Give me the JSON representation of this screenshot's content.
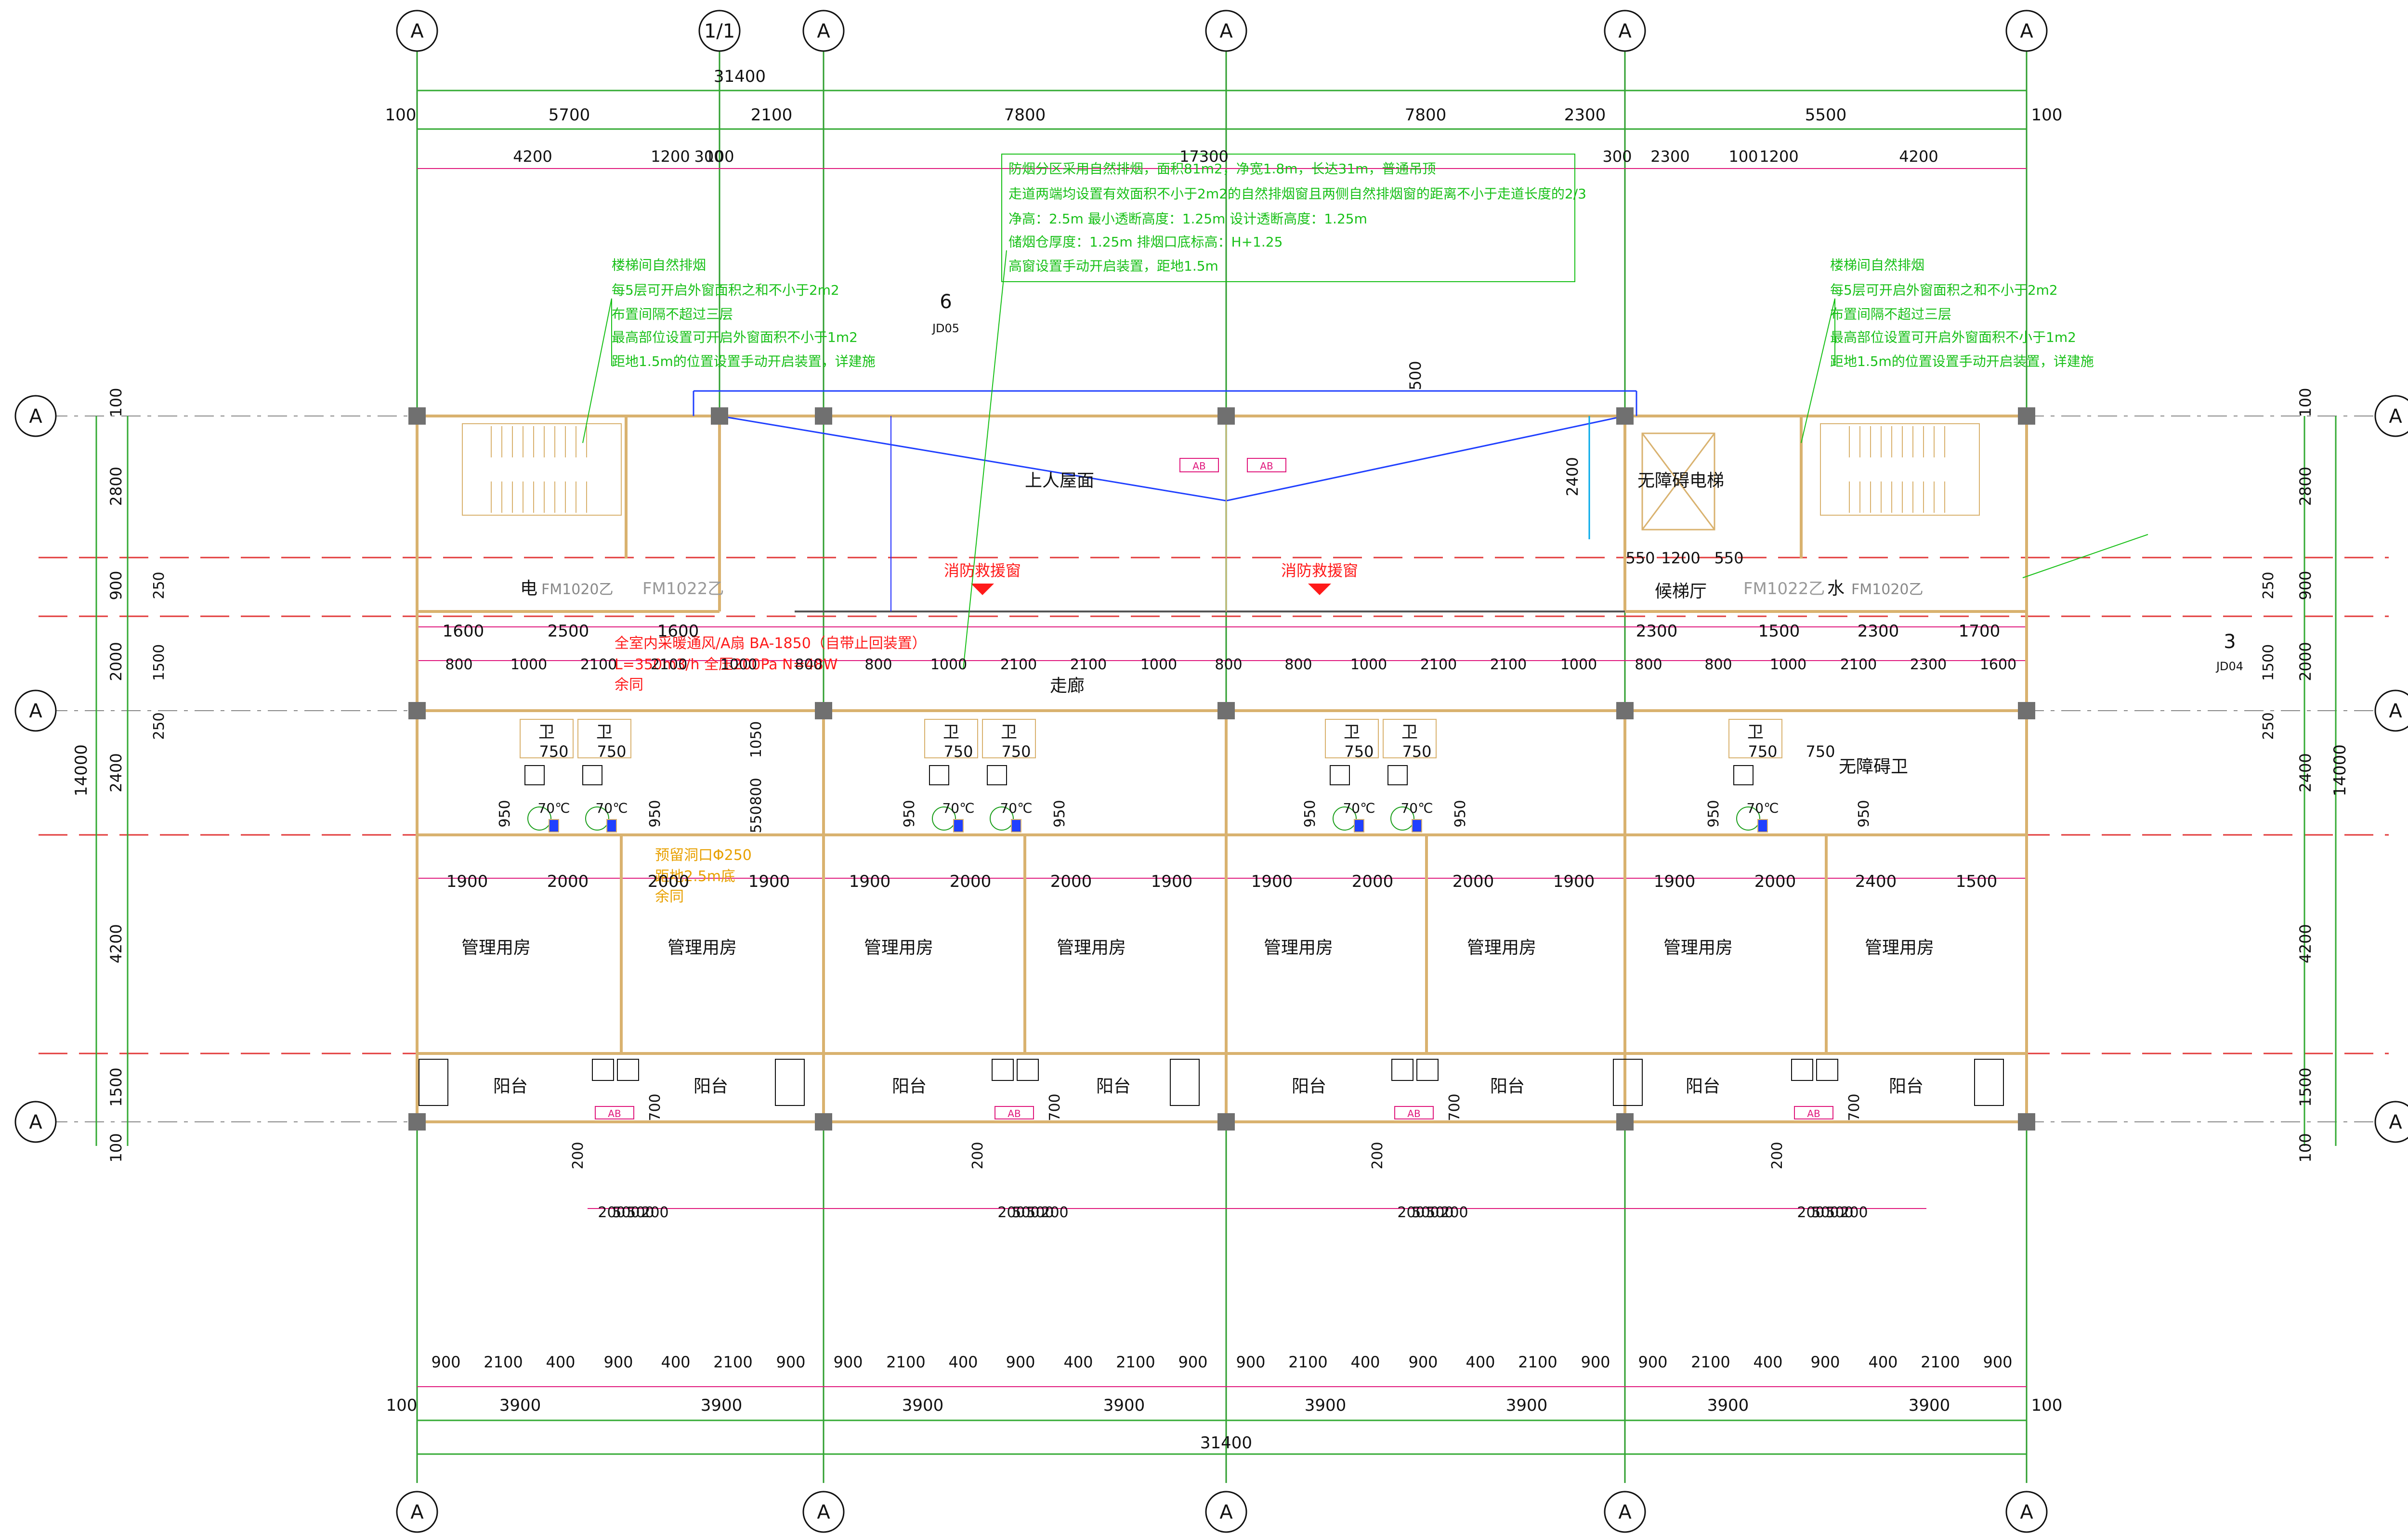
{
  "colors": {
    "background": "#ffffff",
    "axis_line": "#2e9e2e",
    "grid_dash": "#e23a3a",
    "dimension": "#33aa33",
    "dimension_tick": "#e0197d",
    "wall": "#d9b26f",
    "column": "#707070",
    "note_green": "#18c018",
    "note_red": "#ff1a1a",
    "note_orange": "#e8a000",
    "blue": "#2040ff",
    "cyan": "#00a8e8",
    "text": "#111111"
  },
  "axis_bubbles": {
    "top": [
      "A",
      "1/1",
      "A",
      "A",
      "A",
      "A"
    ],
    "bottom": [
      "A",
      "A",
      "A",
      "A",
      "A"
    ],
    "left": [
      "A",
      "A",
      "A"
    ],
    "right": [
      "A",
      "A",
      "A"
    ]
  },
  "dimensions": {
    "top_total": "31400",
    "top_row1": [
      "100",
      "5700",
      "2100",
      "7800",
      "7800",
      "2300",
      "5500",
      "100"
    ],
    "top_row2": [
      "4200",
      "1200",
      "300",
      "100",
      "17300",
      "300",
      "2300",
      "100",
      "1200",
      "4200"
    ],
    "corridor_row1": [
      "1600",
      "2500",
      "1600",
      "2300",
      "1500",
      "2300",
      "1700"
    ],
    "corridor_row2": [
      "800",
      "1000",
      "2100",
      "2100",
      "1000",
      "800",
      "800",
      "1000",
      "2100",
      "2100",
      "1000",
      "800",
      "800",
      "1000",
      "2100",
      "2100",
      "1000",
      "800",
      "800",
      "1000",
      "2100",
      "2300",
      "1600"
    ],
    "room_row": [
      "1900",
      "2000",
      "2000",
      "1900",
      "1900",
      "2000",
      "2000",
      "1900",
      "1900",
      "2000",
      "2000",
      "1900",
      "1900",
      "2000",
      "2400",
      "1500"
    ],
    "small_row": [
      "200",
      "500",
      "500",
      "200"
    ],
    "bottom_row1": [
      "900",
      "2100",
      "400",
      "900",
      "400",
      "2100",
      "900",
      "900",
      "2100",
      "400",
      "900",
      "400",
      "2100",
      "900",
      "900",
      "2100",
      "400",
      "900",
      "400",
      "2100",
      "900",
      "900",
      "2100",
      "400",
      "900",
      "400",
      "2100",
      "900"
    ],
    "bottom_row2": [
      "100",
      "3900",
      "3900",
      "3900",
      "3900",
      "3900",
      "3900",
      "3900",
      "3900",
      "100"
    ],
    "bottom_total": "31400",
    "left_side": [
      "100",
      "2800",
      "900",
      "2000",
      "2400",
      "4200",
      "1500",
      "100"
    ],
    "left_total": "14000",
    "left_inner": [
      "250",
      "1500",
      "250"
    ],
    "right_side": [
      "100",
      "2800",
      "900",
      "2000",
      "2400",
      "4200",
      "1500",
      "100"
    ],
    "right_total": "14000",
    "right_inner": [
      "250",
      "1500",
      "250"
    ],
    "elevator_dims": [
      "550",
      "1200",
      "550"
    ],
    "roof_dims": [
      "500",
      "2400"
    ],
    "toilet_dims": [
      "750",
      "750",
      "950",
      "950",
      "1050",
      "800",
      "550"
    ],
    "balcony_dims": [
      "700",
      "200"
    ]
  },
  "notes": {
    "smoke_main": [
      "防烟分区采用自然排烟，面积81m2，净宽1.8m，长达31m，普通吊顶",
      "走道两端均设置有效面积不小于2m2的自然排烟窗且两侧自然排烟窗的距离不小于走道长度的2/3",
      "净高：2.5m      最小透断高度：1.25m  设计透断高度：1.25m",
      "储烟仓厚度：1.25m     排烟口底标高：H+1.25",
      "高窗设置手动开启装置，距地1.5m"
    ],
    "stair_left": [
      "楼梯间自然排烟",
      "每5层可开启外窗面积之和不小于2m2",
      "布置间隔不超过三层",
      "最高部位设置可开启外窗面积不小于1m2",
      "距地1.5m的位置设置手动开启装置，详建施"
    ],
    "stair_right": [
      "楼梯间自然排烟",
      "每5层可开启外窗面积之和不小于2m2",
      "布置间隔不超过三层",
      "最高部位设置可开启外窗面积不小于1m2",
      "距地1.5m的位置设置手动开启装置，详建施"
    ],
    "fire_left": "消防救援窗",
    "fire_right": "消防救援窗",
    "red_note_1": "全室内采暖通风/A扇  BA-1850（自带止回装置）",
    "red_note_2": "L=350m3/h  全压200Pa  N=48W",
    "red_note_3": "余同",
    "orange_note_1": "预留洞口Φ250",
    "orange_note_2": "距地2.5m底",
    "orange_note_3": "余同",
    "detail_top": "JD05",
    "detail_top_num": "6",
    "detail_right": "JD04",
    "detail_right_num": "3"
  },
  "rooms": {
    "roof": "上人屋面",
    "elevator": "无障碍电梯",
    "lobby": "候梯厅",
    "corridor": "走廊",
    "elec": "电",
    "water": "水",
    "door_left": "FM1020乙",
    "door_mid_left": "FM1022乙",
    "door_mid_right": "FM1022乙",
    "door_right": "FM1020乙",
    "toilet": "卫",
    "access_toilet": "无障碍卫",
    "office": "管理用房",
    "balcony": "阳台",
    "ab_tag": "AB",
    "fixture_label": "70℃"
  }
}
